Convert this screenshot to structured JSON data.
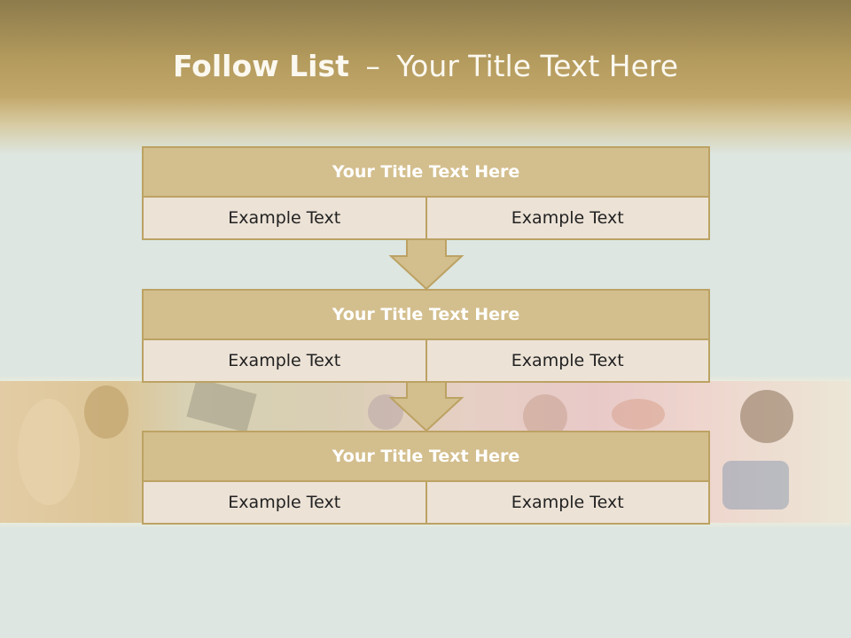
{
  "slide": {
    "title_bold": "Follow List",
    "title_separator": "–",
    "title_rest": "Your Title Text Here"
  },
  "blocks": [
    {
      "title": "Your Title Text Here",
      "left": "Example Text",
      "right": "Example Text"
    },
    {
      "title": "Your Title Text Here",
      "left": "Example Text",
      "right": "Example Text"
    },
    {
      "title": "Your Title Text Here",
      "left": "Example Text",
      "right": "Example Text"
    }
  ],
  "colors": {
    "header_fill": "#d3be8d",
    "border": "#bca263",
    "cell_fill": "#ece2d6",
    "background": "#dde6e1"
  },
  "icons": {
    "arrow": "down-arrow-icon"
  }
}
